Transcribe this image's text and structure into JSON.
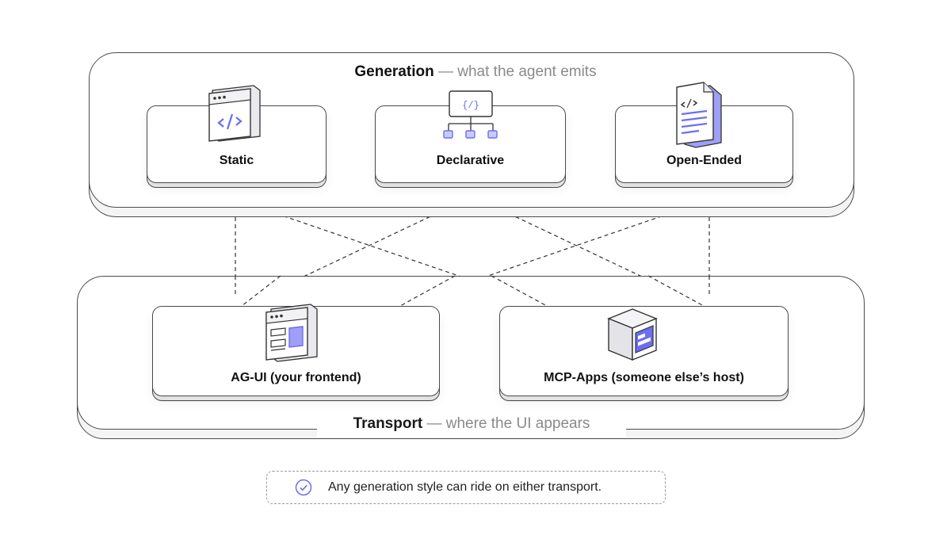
{
  "generation": {
    "title": "Generation",
    "separator": "—",
    "subtitle": "what the agent emits",
    "cards": [
      {
        "label": "Static",
        "icon": "code-window-icon"
      },
      {
        "label": "Declarative",
        "icon": "code-tree-icon"
      },
      {
        "label": "Open-Ended",
        "icon": "code-document-icon"
      }
    ]
  },
  "transport": {
    "title": "Transport",
    "separator": "—",
    "subtitle": "where the UI appears",
    "cards": [
      {
        "label": "AG-UI (your frontend)",
        "icon": "app-window-icon"
      },
      {
        "label": "MCP-Apps (someone else’s host)",
        "icon": "host-box-icon"
      }
    ]
  },
  "note": {
    "text": "Any generation style can ride on either transport.",
    "icon": "check-circle-icon"
  },
  "colors": {
    "accent": "#6b6ef0",
    "accent_fill": "#c9cbff",
    "stroke": "#4a4a4a",
    "muted_text": "#8a8a8a"
  }
}
